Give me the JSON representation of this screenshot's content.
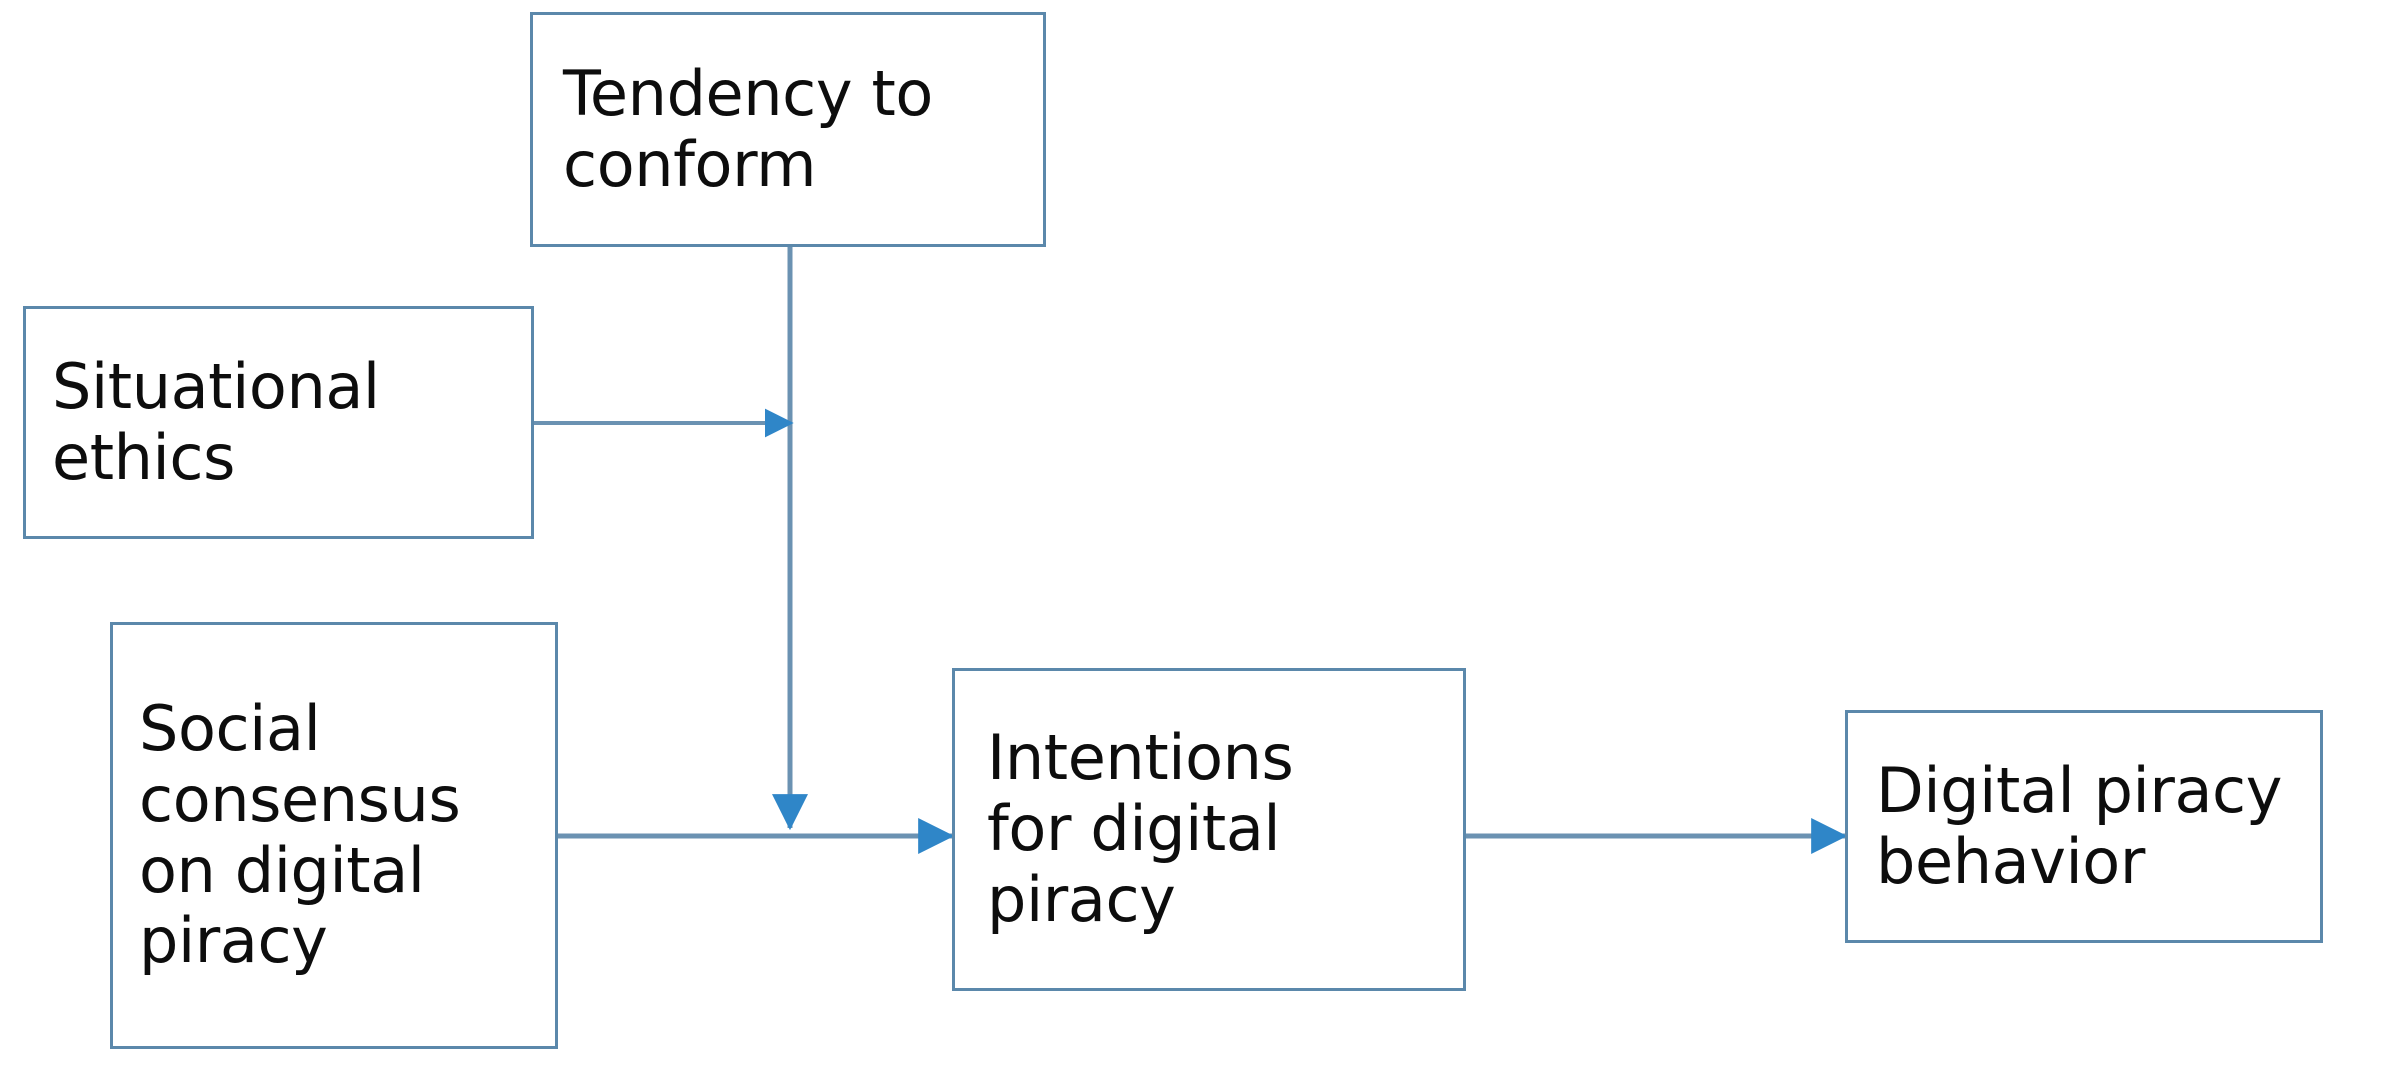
{
  "diagram": {
    "kind": "flow-diagram",
    "background_color": "#ffffff",
    "node_border_color": "#5b88ab",
    "node_fill_color": "#ffffff",
    "edge_color": "#6b92b2",
    "text_color": "#0d0d0d",
    "nodes": [
      {
        "id": "tendency-to-conform",
        "label": "Tendency to\nconform"
      },
      {
        "id": "situational-ethics",
        "label": "Situational\nethics"
      },
      {
        "id": "social-consensus",
        "label": "Social\nconsensus\non digital\npiracy"
      },
      {
        "id": "intentions",
        "label": "Intentions\nfor digital\npiracy"
      },
      {
        "id": "digital-piracy-behavior",
        "label": "Digital piracy\nbehavior"
      }
    ],
    "edges": [
      {
        "id": "edge-tendency-to-intentions",
        "from": "tendency-to-conform",
        "to": "intentions",
        "direction": "down",
        "marker": "arrowhead"
      },
      {
        "id": "edge-situational-to-tendency",
        "from": "situational-ethics",
        "to": "tendency-to-conform-link",
        "direction": "right",
        "marker": "arrowhead"
      },
      {
        "id": "edge-consensus-to-intentions",
        "from": "social-consensus",
        "to": "intentions",
        "direction": "right",
        "marker": "arrowhead"
      },
      {
        "id": "edge-intentions-to-behavior",
        "from": "intentions",
        "to": "digital-piracy-behavior",
        "direction": "right",
        "marker": "arrowhead"
      }
    ]
  }
}
